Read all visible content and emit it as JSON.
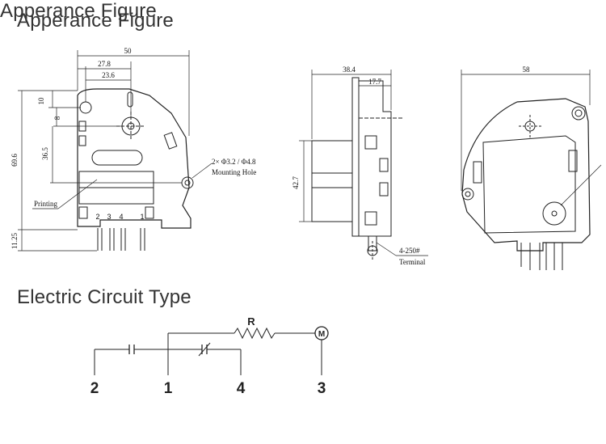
{
  "headings": {
    "appearance": "Apperance Figure",
    "circuit": "Electric Circuit Type"
  },
  "front_view": {
    "dims": {
      "width_total": "50",
      "d1": "27.8",
      "d2": "23.6",
      "v_top": "10",
      "v_small": "8",
      "v_mid": "36.5",
      "height_total": "69.6",
      "pin_len": "11.25"
    },
    "mounting_hole_spec": "2× Φ3.2 / Φ4.8",
    "mounting_hole_label": "Mounting Hole",
    "printing_label": "Printing",
    "pin_labels": [
      "2",
      "3",
      "4",
      "1"
    ]
  },
  "side_view": {
    "dims": {
      "width_total": "38.4",
      "d1": "17.7",
      "height": "42.7"
    },
    "terminal_spec": "4-250#",
    "terminal_label": "Terminal"
  },
  "back_view": {
    "dims": {
      "width_total": "58"
    }
  },
  "circuit": {
    "resistor_label": "R",
    "motor_label": "M",
    "terminals": [
      "2",
      "1",
      "4",
      "3"
    ]
  }
}
